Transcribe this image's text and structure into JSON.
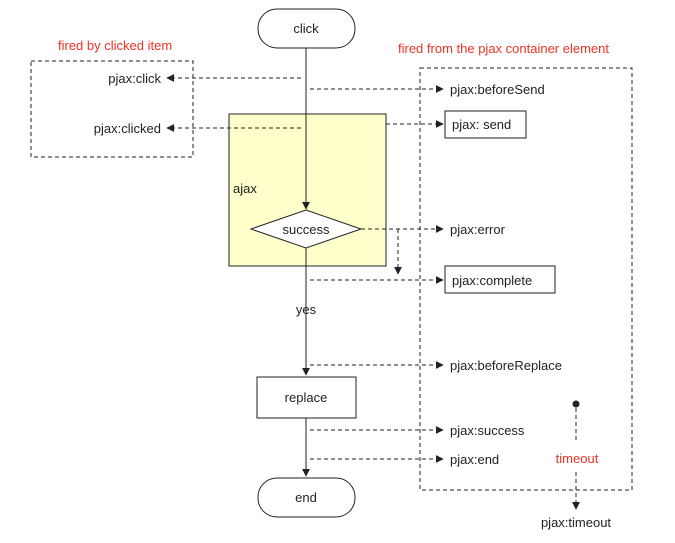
{
  "captions": {
    "clicked_item": "fired by clicked item",
    "container": "fired from the pjax container element"
  },
  "nodes": {
    "click": "click",
    "ajax": "ajax",
    "success": "success",
    "yes": "yes",
    "replace": "replace",
    "end": "end"
  },
  "events": {
    "click": "pjax:click",
    "clicked": "pjax:clicked",
    "before_send": "pjax:beforeSend",
    "send": "pjax: send",
    "error": "pjax:error",
    "complete": "pjax:complete",
    "before_replace": "pjax:beforeReplace",
    "success": "pjax:success",
    "end": "pjax:end",
    "timeout_label": "timeout",
    "timeout": "pjax:timeout"
  },
  "colors": {
    "accent_red": "#ee3322",
    "ajax_fill": "#ffffcc",
    "line": "#222222"
  }
}
